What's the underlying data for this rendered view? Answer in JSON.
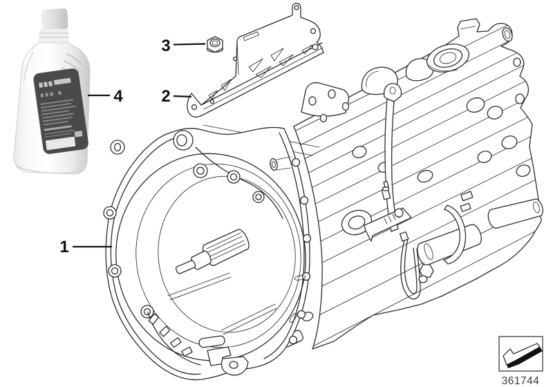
{
  "page": {
    "background": "#ffffff"
  },
  "diagram": {
    "line_color": "#2a2a2a",
    "parts": [
      {
        "callout": "1",
        "name": "manual-transmission-gearbox"
      },
      {
        "callout": "2",
        "name": "heat-shield-bracket"
      },
      {
        "callout": "3",
        "name": "hex-flange-nut"
      },
      {
        "callout": "4",
        "name": "transmission-oil-bottle"
      }
    ],
    "footer": {
      "diagram_number": "361744",
      "icon": "direction-arrow-icon"
    }
  }
}
